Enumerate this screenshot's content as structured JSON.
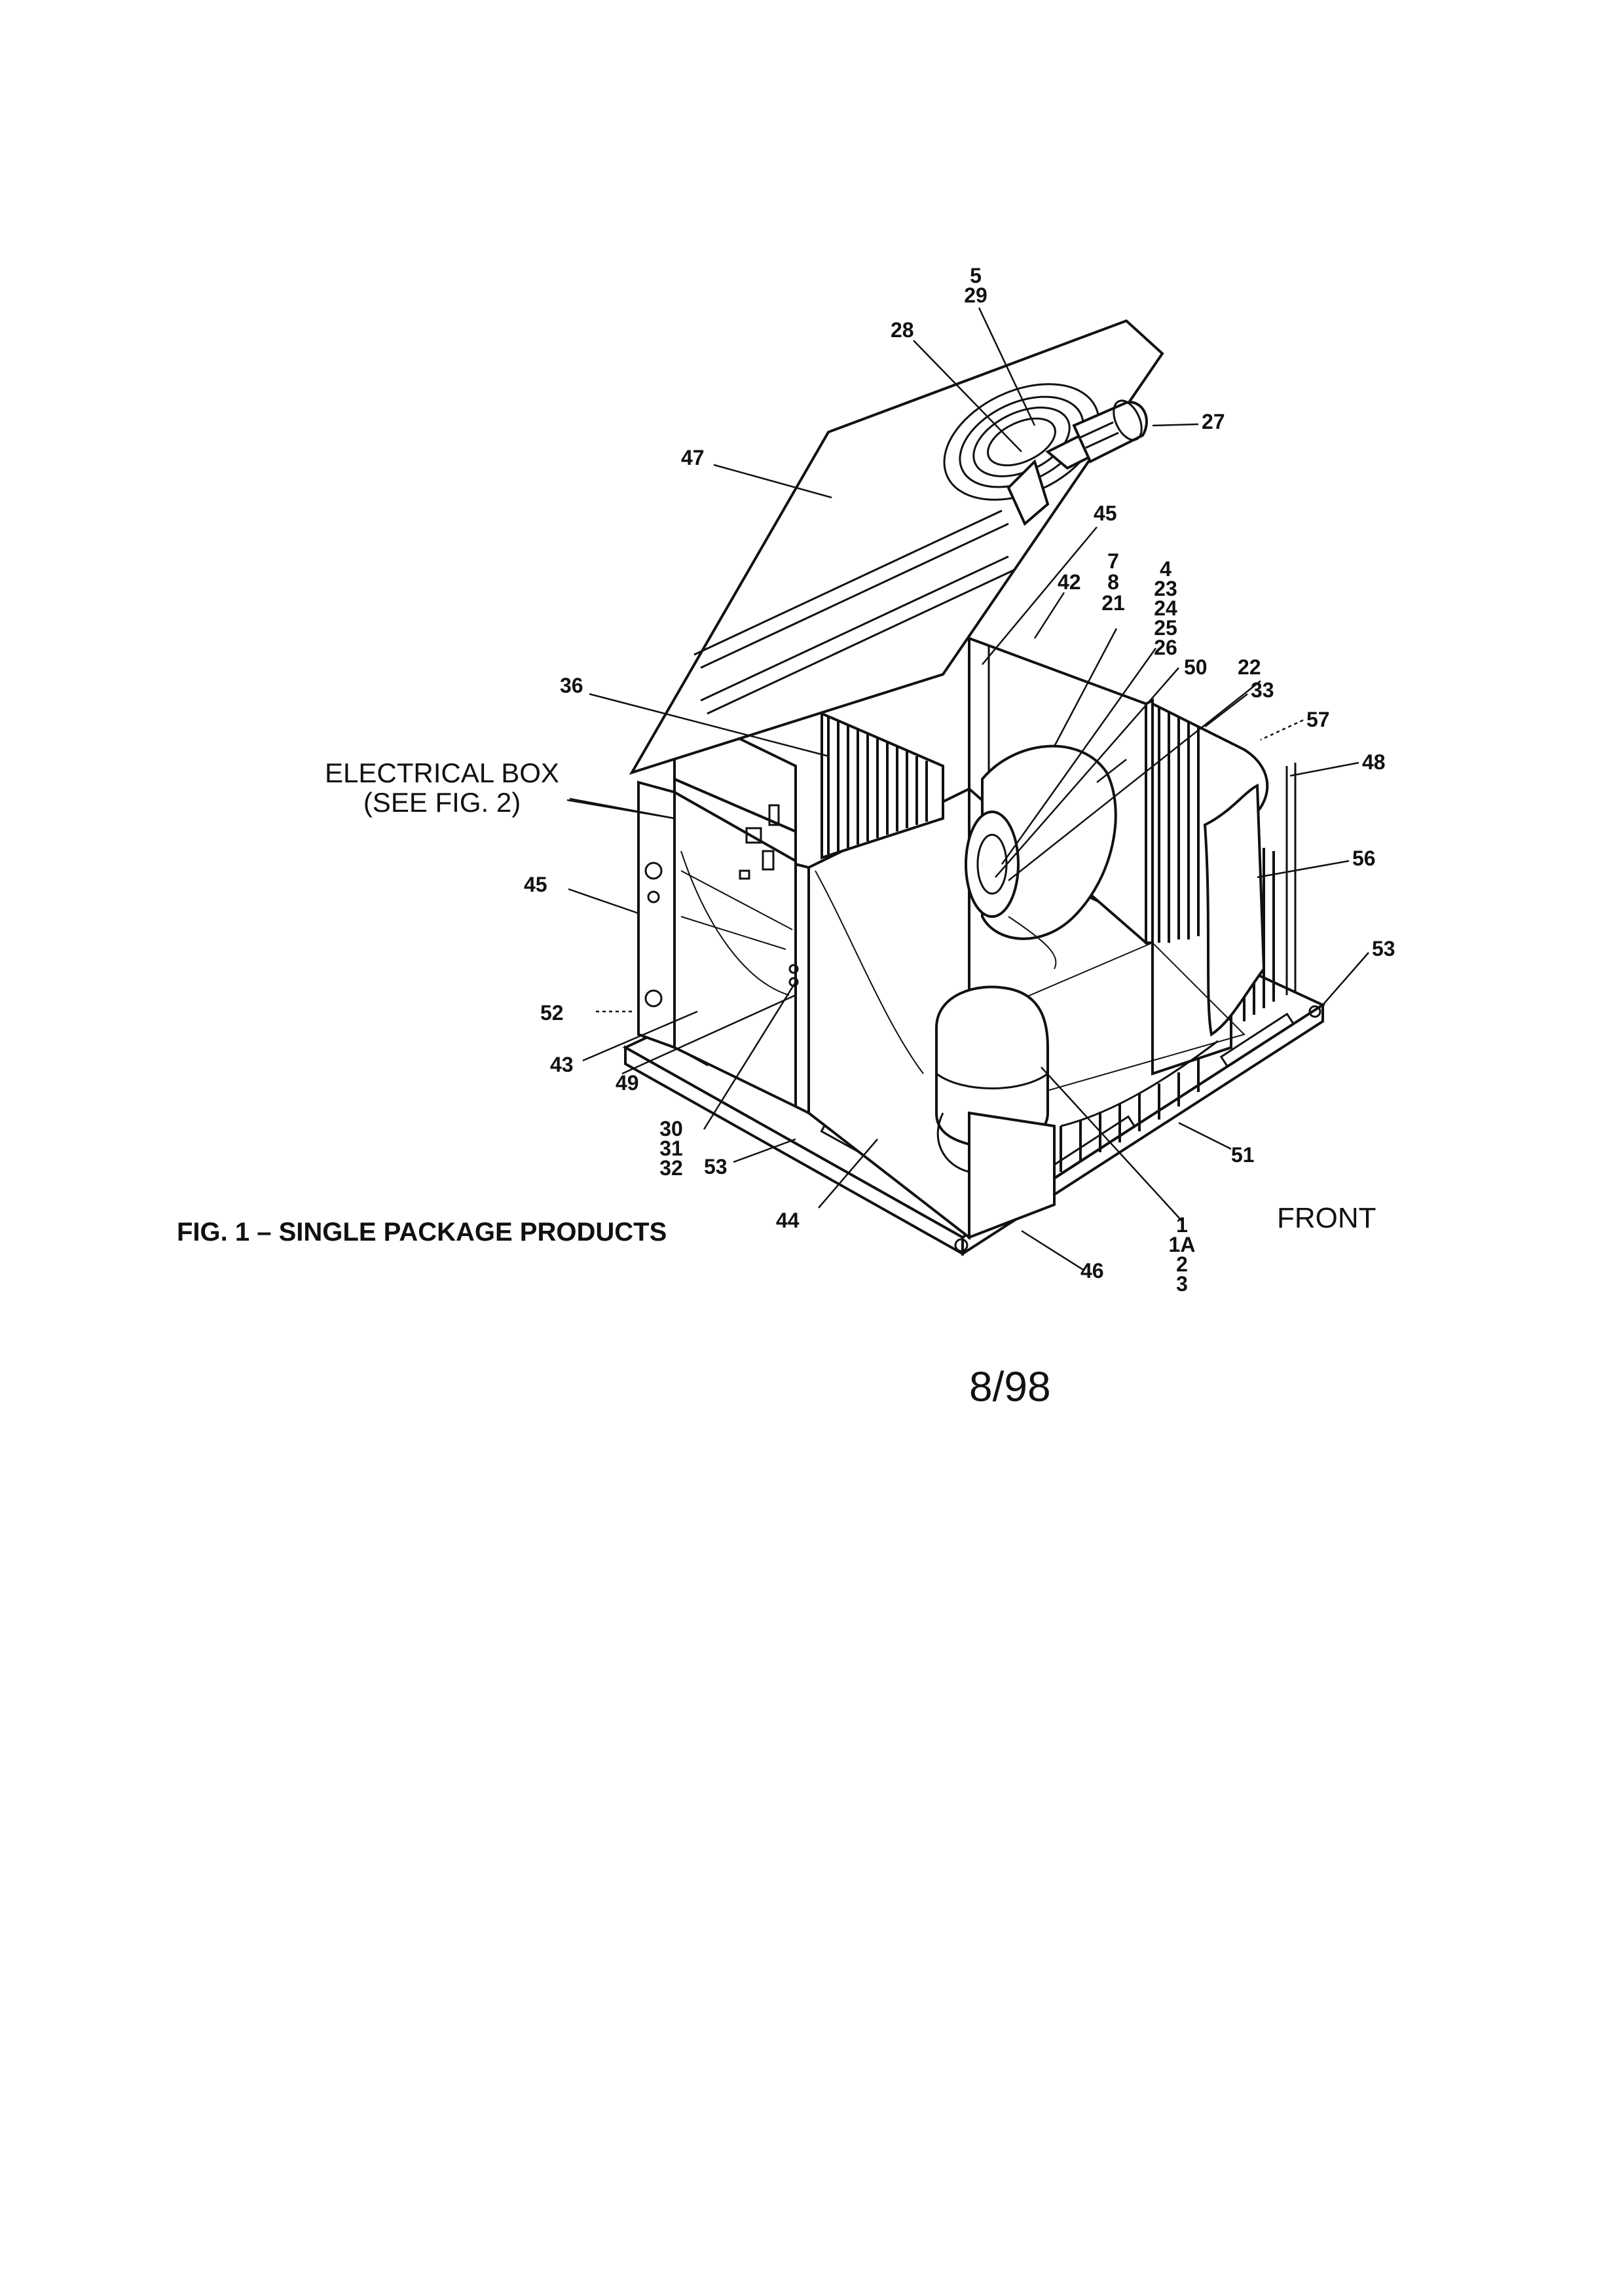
{
  "figure": {
    "caption": "FIG. 1 – SINGLE PACKAGE PRODUCTS",
    "front_label": "FRONT",
    "date_code": "8/98",
    "electrical_box": {
      "line1": "ELECTRICAL BOX",
      "line2": "(SEE FIG. 2)"
    }
  },
  "callouts": {
    "c5_29": [
      "5",
      "29"
    ],
    "c28": "28",
    "c27": "27",
    "c47": "47",
    "c45_top": "45",
    "c42": "42",
    "c7_8_21": [
      "7",
      "8",
      "21"
    ],
    "c4_26": [
      "4",
      "23",
      "24",
      "25",
      "26"
    ],
    "c50": "50",
    "c22": "22",
    "c33": "33",
    "c57": "57",
    "c48": "48",
    "c36": "36",
    "c56": "56",
    "c45_left": "45",
    "c53_right": "53",
    "c52": "52",
    "c43": "43",
    "c49": "49",
    "c30_32": [
      "30",
      "31",
      "32"
    ],
    "c53_left": "53",
    "c51": "51",
    "c44": "44",
    "c1_3": [
      "1",
      "1A",
      "2",
      "3"
    ],
    "c46": "46"
  }
}
